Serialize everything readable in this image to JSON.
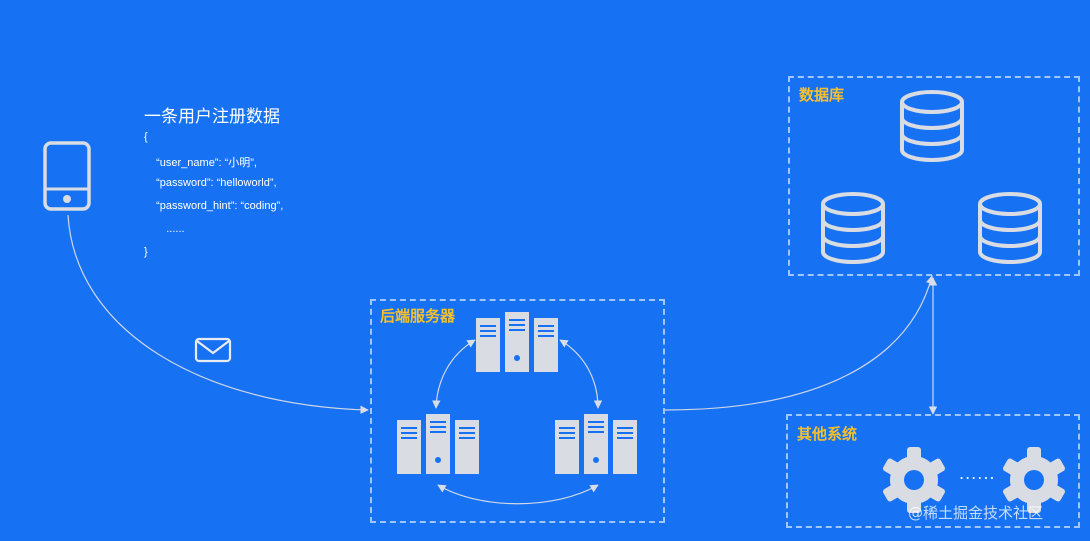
{
  "colors": {
    "background": "#1772f3",
    "accent_label": "#f5c02c",
    "icon": "#d9dce3"
  },
  "data_record": {
    "title": "一条用户注册数据",
    "lines": [
      "{",
      "  “user_name”: “小明”,",
      "  “password”: “helloworld”,",
      "  “password_hint”: “coding”,",
      "    ......",
      "}"
    ]
  },
  "boxes": {
    "backend": {
      "label": "后端服务器"
    },
    "database": {
      "label": "数据库"
    },
    "other_systems": {
      "label": "其他系统",
      "ellipsis": "......"
    }
  },
  "icons": {
    "client": "mobile-phone-icon",
    "message": "envelope-icon",
    "server": "server-rack-icon",
    "database": "database-cylinder-icon",
    "system": "gear-icon"
  },
  "watermark": "@稀土掘金技术社区"
}
